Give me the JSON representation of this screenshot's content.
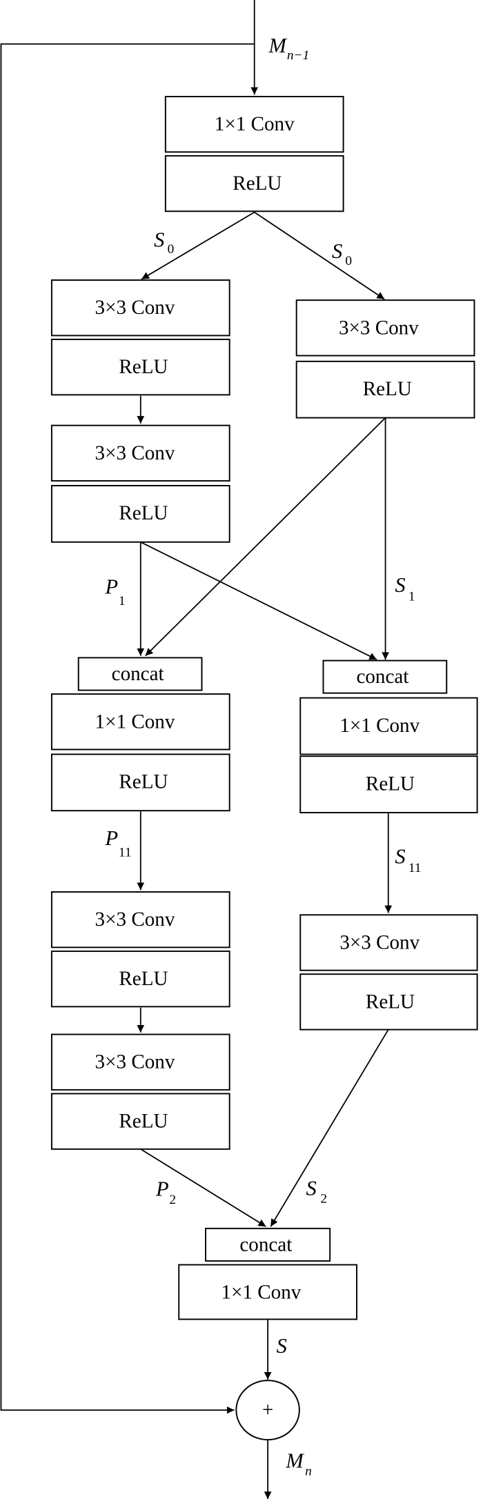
{
  "diagram": {
    "title": "",
    "nodes": {
      "conv1x1_in": "1×1 Conv",
      "relu_in": "ReLU",
      "left_conv3_a": "3×3 Conv",
      "left_relu_a": "ReLU",
      "left_conv3_b": "3×3 Conv",
      "left_relu_b": "ReLU",
      "right_conv3_a": "3×3 Conv",
      "right_relu_a": "ReLU",
      "left_concat": "concat",
      "left_conv1x1": "1×1 Conv",
      "left_relu_c": "ReLU",
      "right_concat": "concat",
      "right_conv1x1": "1×1 Conv",
      "right_relu_c": "ReLU",
      "left_conv3_c": "3×3 Conv",
      "left_relu_d": "ReLU",
      "left_conv3_d": "3×3 Conv",
      "left_relu_e": "ReLU",
      "right_conv3_b": "3×3 Conv",
      "right_relu_b": "ReLU",
      "final_concat": "concat",
      "final_conv1x1": "1×1 Conv",
      "sum": "+"
    },
    "edge_labels": {
      "input": {
        "main": "M",
        "sub": "n−1"
      },
      "s0_left": {
        "main": "S",
        "sub": "0"
      },
      "s0_right": {
        "main": "S",
        "sub": "0"
      },
      "p1": {
        "main": "P",
        "sub": "1"
      },
      "s1": {
        "main": "S",
        "sub": "1"
      },
      "p11": {
        "main": "P",
        "sub": "11"
      },
      "s11": {
        "main": "S",
        "sub": "11"
      },
      "p2": {
        "main": "P",
        "sub": "2"
      },
      "s2": {
        "main": "S",
        "sub": "2"
      },
      "s": {
        "main": "S",
        "sub": ""
      },
      "output": {
        "main": "M",
        "sub": "n"
      }
    }
  }
}
